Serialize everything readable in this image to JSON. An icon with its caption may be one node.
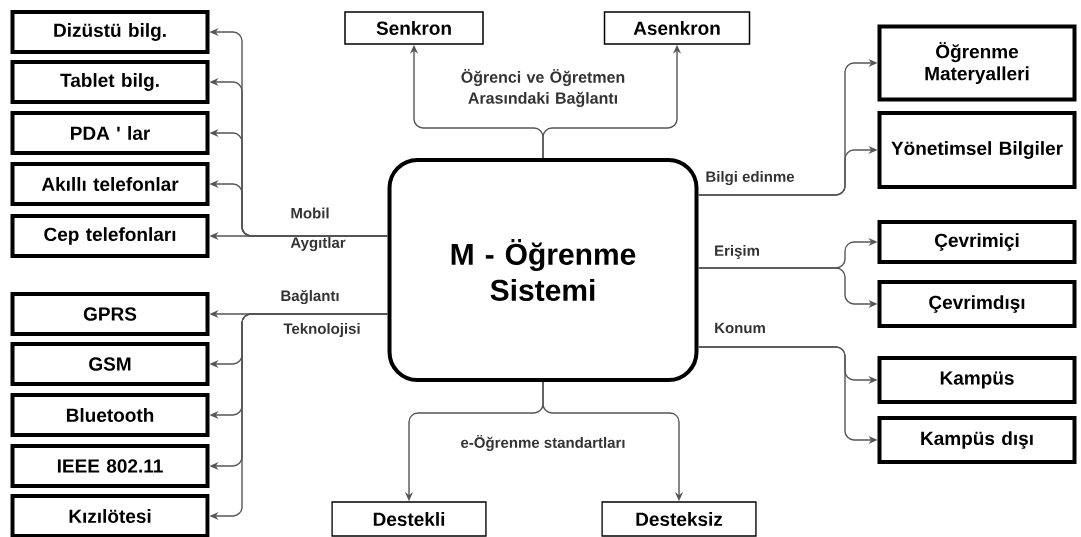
{
  "diagram": {
    "nodes": [
      {
        "text": [
          "M - Öğrenme Sistemi"
        ]
      },
      {
        "text": [
          "Senkron"
        ]
      },
      {
        "text": [
          "Asenkron"
        ]
      },
      {
        "text": [
          "Dizüstü bilg."
        ]
      },
      {
        "text": [
          "Tablet bilg."
        ]
      },
      {
        "text": [
          "PDA ' lar"
        ]
      },
      {
        "text": [
          "Akıllı telefonlar"
        ]
      },
      {
        "text": [
          "Cep telefonları"
        ]
      },
      {
        "text": [
          "GPRS"
        ]
      },
      {
        "text": [
          "GSM"
        ]
      },
      {
        "text": [
          "Bluetooth"
        ]
      },
      {
        "text": [
          "IEEE 802.11"
        ]
      },
      {
        "text": [
          "Kızılötesi"
        ]
      },
      {
        "text": [
          "Öğrenme Materyalleri"
        ]
      },
      {
        "text": [
          "Yönetimsel Bilgiler"
        ]
      },
      {
        "text": [
          "Çevrimiçi"
        ]
      },
      {
        "text": [
          "Çevrimdışı"
        ]
      },
      {
        "text": [
          "Kampüs"
        ]
      },
      {
        "text": [
          "Kampüs dışı"
        ]
      },
      {
        "text": [
          "Destekli"
        ]
      },
      {
        "text": [
          "Desteksiz"
        ]
      }
    ],
    "edges": [
      {
        "from": 0,
        "to": 1,
        "arrow": "to"
      },
      {
        "from": 0,
        "to": 2,
        "arrow": "to"
      },
      {
        "from": 0,
        "to": 3,
        "arrow": "to"
      },
      {
        "from": 0,
        "to": 4,
        "arrow": "to"
      },
      {
        "from": 0,
        "to": 5,
        "arrow": "to"
      },
      {
        "from": 0,
        "to": 6,
        "arrow": "to"
      },
      {
        "from": 0,
        "to": 7,
        "arrow": "to"
      },
      {
        "from": 0,
        "to": 8,
        "arrow": "to"
      },
      {
        "from": 0,
        "to": 9,
        "arrow": "to"
      },
      {
        "from": 0,
        "to": 10,
        "arrow": "to"
      },
      {
        "from": 0,
        "to": 11,
        "arrow": "to"
      },
      {
        "from": 0,
        "to": 12,
        "arrow": "to"
      },
      {
        "from": 0,
        "to": 13,
        "arrow": "to"
      },
      {
        "from": 0,
        "to": 14,
        "arrow": "to"
      },
      {
        "from": 0,
        "to": 15,
        "arrow": "to"
      },
      {
        "from": 0,
        "to": 16,
        "arrow": "to"
      },
      {
        "from": 0,
        "to": 17,
        "arrow": "to"
      },
      {
        "from": 0,
        "to": 18,
        "arrow": "to"
      },
      {
        "from": 0,
        "to": 19,
        "arrow": "to"
      },
      {
        "from": 0,
        "to": 20,
        "arrow": "to"
      }
    ],
    "labels": [
      "Öğrenci ve Öğretmen Arasındaki Bağlantı",
      "Bilgi edinme",
      "Mobil",
      "Aygıtlar",
      "Erişim",
      "Bağlantı",
      "Teknolojisi",
      "Konum",
      "e-Öğrenme standartları"
    ]
  }
}
